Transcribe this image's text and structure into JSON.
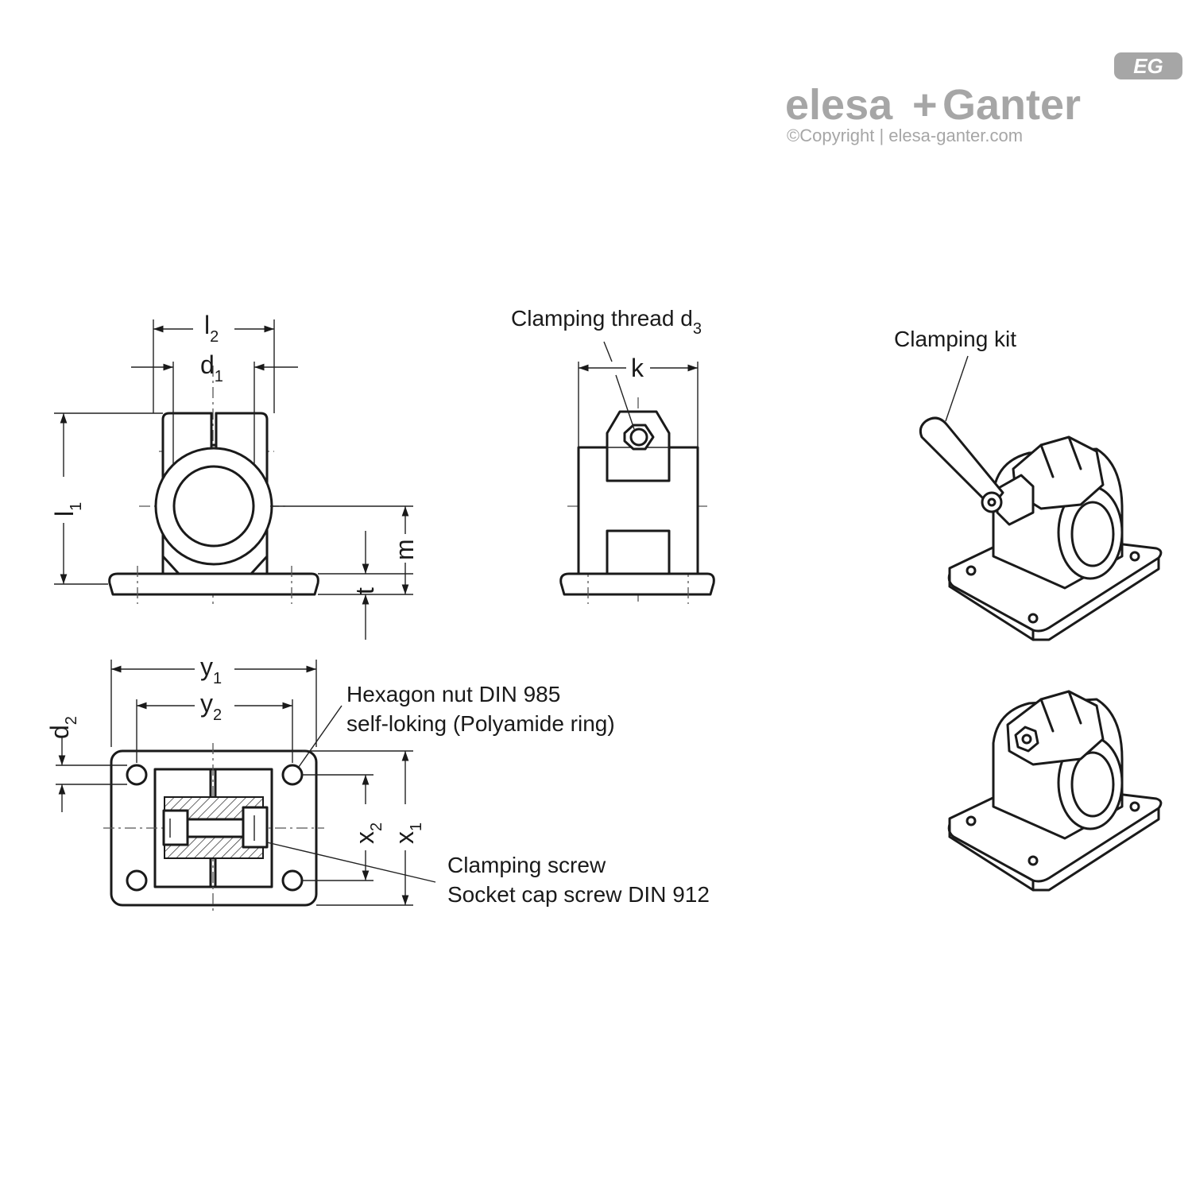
{
  "brand": {
    "name_left": "elesa",
    "plus": "+",
    "name_right": "Ganter",
    "badge": "EG",
    "copyright": "©Copyright | elesa-ganter.com"
  },
  "dimensions": {
    "l1": {
      "base": "l",
      "sub": "1"
    },
    "l2": {
      "base": "l",
      "sub": "2"
    },
    "d1": {
      "base": "d",
      "sub": "1"
    },
    "d2": {
      "base": "d",
      "sub": "2"
    },
    "m": "m",
    "t": "t",
    "k": "k",
    "y1": {
      "base": "y",
      "sub": "1"
    },
    "y2": {
      "base": "y",
      "sub": "2"
    },
    "x1": {
      "base": "x",
      "sub": "1"
    },
    "x2": {
      "base": "x",
      "sub": "2"
    }
  },
  "callouts": {
    "clamping_thread": {
      "text": "Clamping thread d",
      "sub": "3"
    },
    "clamping_kit": "Clamping kit",
    "hex_nut_line1": "Hexagon nut DIN 985",
    "hex_nut_line2": "self-loking (Polyamide ring)",
    "clamp_screw_line1": "Clamping screw",
    "clamp_screw_line2": "Socket cap screw DIN 912"
  }
}
